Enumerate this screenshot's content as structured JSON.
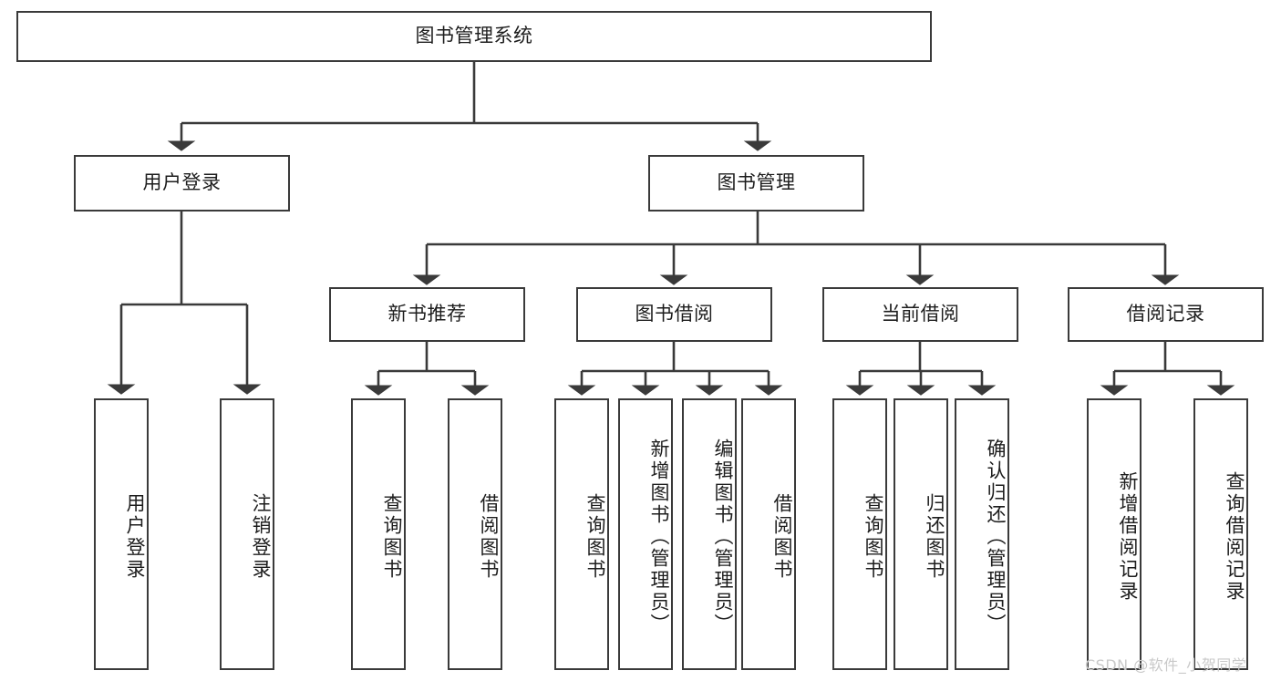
{
  "diagram": {
    "title": "图书管理系统",
    "type": "tree-hierarchy",
    "root": {
      "label": "图书管理系统"
    },
    "level2": [
      {
        "label": "用户登录"
      },
      {
        "label": "图书管理"
      }
    ],
    "level3": [
      {
        "label": "新书推荐"
      },
      {
        "label": "图书借阅"
      },
      {
        "label": "当前借阅"
      },
      {
        "label": "借阅记录"
      }
    ],
    "leaves": {
      "user_login": [
        {
          "label": "用户登录"
        },
        {
          "label": "注销登录"
        }
      ],
      "new_book_recommend": [
        {
          "label": "查询图书"
        },
        {
          "label": "借阅图书"
        }
      ],
      "book_borrow": [
        {
          "label": "查询图书"
        },
        {
          "label": "新增图书（管理员）"
        },
        {
          "label": "编辑图书（管理员）"
        },
        {
          "label": "借阅图书"
        }
      ],
      "current_borrow": [
        {
          "label": "查询图书"
        },
        {
          "label": "归还图书"
        },
        {
          "label": "确认归还（管理员）"
        }
      ],
      "borrow_records": [
        {
          "label": "新增借阅记录"
        },
        {
          "label": "查询借阅记录"
        }
      ]
    },
    "watermark": "CSDN @软件_小贺同学",
    "colors": {
      "stroke": "#3a3a3a",
      "background": "#ffffff",
      "text": "#1d1d1d",
      "watermark": "#c9c9c9"
    }
  }
}
